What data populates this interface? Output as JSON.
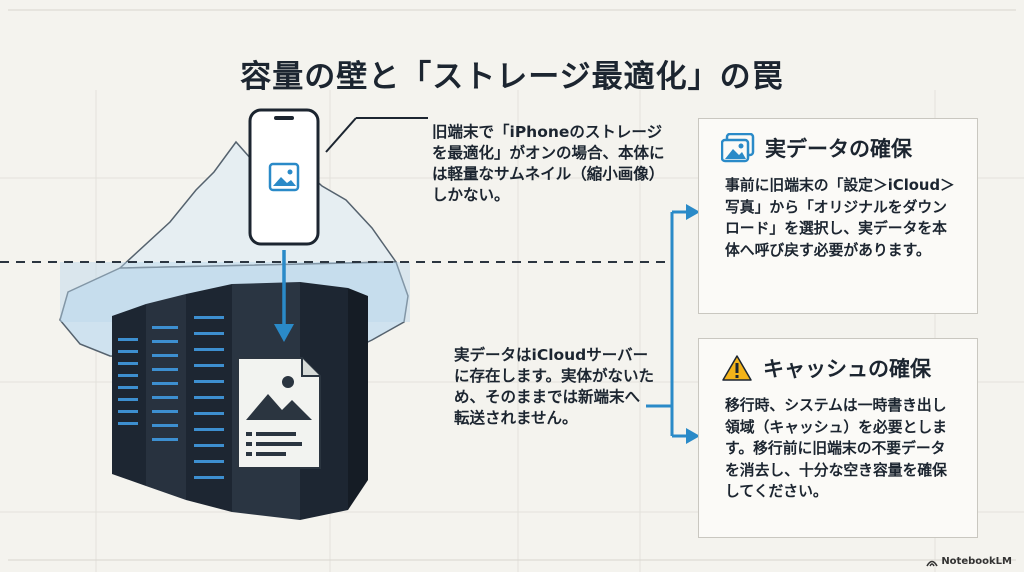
{
  "title": "容量の壁と「ストレージ最適化」の罠",
  "callout_top": "旧端末で「iPhoneのストレージを最適化」がオンの場合、本体には軽量なサムネイル（縮小画像）しかない。",
  "callout_mid": "実データはiCloudサーバーに存在します。実体がないため、そのままでは新端末へ転送されません。",
  "panels": [
    {
      "icon": "photos-icon",
      "heading": "実データの確保",
      "body": "事前に旧端末の「設定＞iCloud＞写真」から「オリジナルをダウンロード」を選択し、実データを本体へ呼び戻す必要があります。"
    },
    {
      "icon": "warning-icon",
      "heading": "キャッシュの確保",
      "body": "移行時、システムは一時書き出し領域（キャッシュ）を必要とします。移行前に旧端末の不要データを消去し、十分な空き容量を確保してください。"
    }
  ],
  "brand": "NotebookLM",
  "colors": {
    "accent": "#2a8ac8",
    "server": "#1d2632",
    "ice": "#cfe2ef",
    "warning": "#f3b31a"
  }
}
